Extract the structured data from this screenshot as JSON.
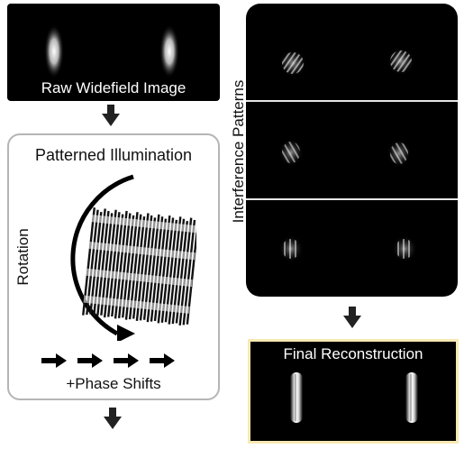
{
  "raw": {
    "label": "Raw Widefield Image"
  },
  "illumination": {
    "title": "Patterned Illumination",
    "rotation_label": "Rotation",
    "phase_label": "+Phase Shifts"
  },
  "interference": {
    "label": "Interference Patterns"
  },
  "final": {
    "title": "Final Reconstruction"
  },
  "colors": {
    "box_border": "#b5b5b5",
    "final_border": "#f6e9b3",
    "panel_bg": "#000000"
  }
}
